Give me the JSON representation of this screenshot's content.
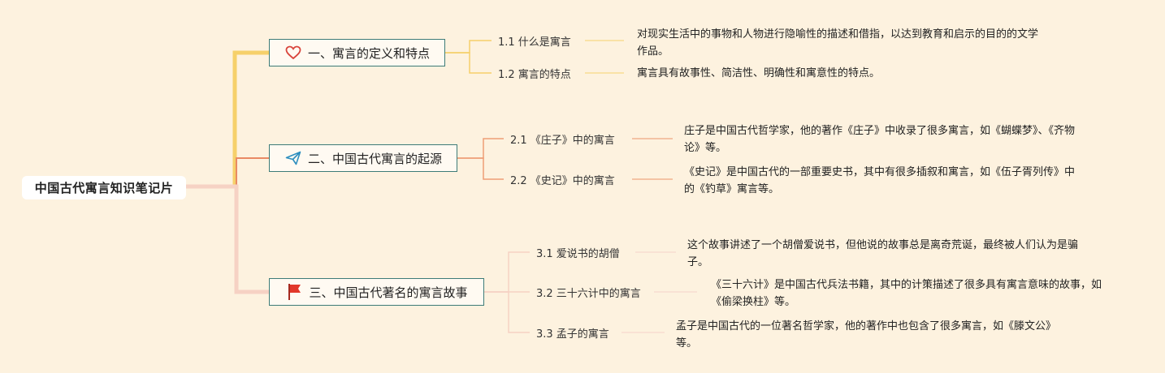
{
  "root": {
    "title": "中国古代寓言知识笔记片"
  },
  "branches": [
    {
      "title": "一、寓言的定义和特点",
      "icon": "heart-icon",
      "color": "#f6d06a",
      "items": [
        {
          "title": "1.1 什么是寓言",
          "desc": "对现实生活中的事物和人物进行隐喻性的描述和借指，以达到教育和启示的目的的文学作品。"
        },
        {
          "title": "1.2 寓言的特点",
          "desc": "寓言具有故事性、简洁性、明确性和寓意性的特点。"
        }
      ]
    },
    {
      "title": "二、中国古代寓言的起源",
      "icon": "paper-plane-icon",
      "color": "#ee9e76",
      "items": [
        {
          "title": "2.1 《庄子》中的寓言",
          "desc": "庄子是中国古代哲学家，他的著作《庄子》中收录了很多寓言，如《蝴蝶梦》、《齐物论》等。"
        },
        {
          "title": "2.2 《史记》中的寓言",
          "desc": "《史记》是中国古代的一部重要史书，其中有很多插叙和寓言，如《伍子胥列传》中的《钓草》寓言等。"
        }
      ]
    },
    {
      "title": "三、中国古代著名的寓言故事",
      "icon": "flag-icon",
      "color": "#f6d2c4",
      "items": [
        {
          "title": "3.1 爱说书的胡僧",
          "desc": "这个故事讲述了一个胡僧爱说书，但他说的故事总是离奇荒诞，最终被人们认为是骗子。"
        },
        {
          "title": "3.2 三十六计中的寓言",
          "desc": "《三十六计》是中国古代兵法书籍，其中的计策描述了很多具有寓言意味的故事，如《偷梁换柱》等。"
        },
        {
          "title": "3.3 孟子的寓言",
          "desc": "孟子是中国古代的一位著名哲学家，他的著作中也包含了很多寓言，如《滕文公》等。"
        }
      ]
    }
  ]
}
